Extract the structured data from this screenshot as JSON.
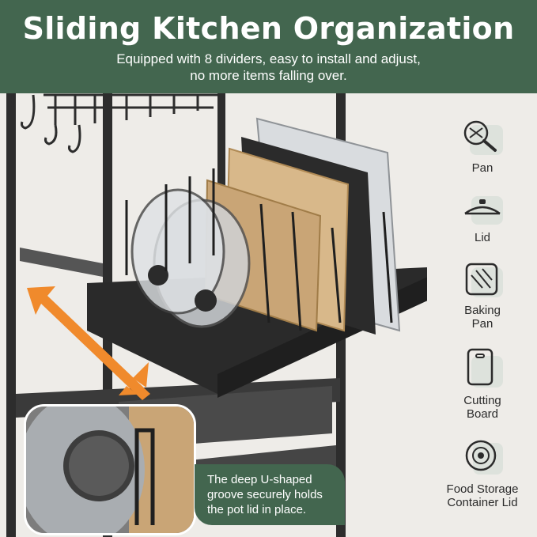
{
  "header": {
    "title": "Sliding Kitchen Organization",
    "subtitle_line1": "Equipped with 8 dividers, easy to install and adjust,",
    "subtitle_line2": "no more items falling over."
  },
  "callout": {
    "line1": "The deep U-shaped",
    "line2": "groove securely holds",
    "line3": "the pot lid in place."
  },
  "sidebar": {
    "items": [
      {
        "icon": "pan-icon",
        "line1": "Pan",
        "line2": ""
      },
      {
        "icon": "lid-icon",
        "line1": "Lid",
        "line2": ""
      },
      {
        "icon": "baking-pan-icon",
        "line1": "Baking",
        "line2": "Pan"
      },
      {
        "icon": "cutting-board-icon",
        "line1": "Cutting",
        "line2": "Board"
      },
      {
        "icon": "food-storage-lid-icon",
        "line1": "Food Storage",
        "line2": "Container Lid"
      }
    ]
  },
  "colors": {
    "brand_green": "#43664f",
    "accent_orange": "#f08a2c",
    "icon_badge": "#dde2dc",
    "background": "#eeece8"
  }
}
